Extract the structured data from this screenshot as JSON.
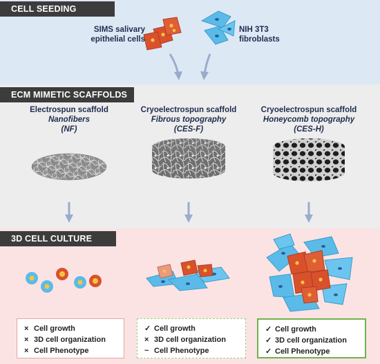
{
  "sections": {
    "seeding": "CELL SEEDING",
    "scaffolds": "ECM MIMETIC SCAFFOLDS",
    "culture": "3D CELL CULTURE"
  },
  "cells": {
    "epithelial_line1": "SIMS salivary",
    "epithelial_line2": "epithelial cells",
    "fibroblast_line1": "NIH 3T3",
    "fibroblast_line2": "fibroblasts"
  },
  "scaffolds": [
    {
      "title": "Electrospun scaffold",
      "subtitle": "Nanofibers",
      "abbr": "(NF)"
    },
    {
      "title": "Cryoelectrospun scaffold",
      "subtitle": "Fibrous topography",
      "abbr": "(CES-F)"
    },
    {
      "title": "Cryoelectrospun scaffold",
      "subtitle": "Honeycomb topography",
      "abbr": "(CES-H)"
    }
  ],
  "outcomes": [
    {
      "items": [
        {
          "mark": "×",
          "label": "Cell growth"
        },
        {
          "mark": "×",
          "label": "3D cell organization"
        },
        {
          "mark": "×",
          "label": "Cell Phenotype"
        }
      ]
    },
    {
      "items": [
        {
          "mark": "✓",
          "label": "Cell growth"
        },
        {
          "mark": "×",
          "label": "3D cell organization"
        },
        {
          "mark": "~",
          "label": "Cell Phenotype"
        }
      ]
    },
    {
      "items": [
        {
          "mark": "✓",
          "label": "Cell growth"
        },
        {
          "mark": "✓",
          "label": "3D cell organization"
        },
        {
          "mark": "✓",
          "label": "Cell Phenotype"
        }
      ]
    }
  ],
  "colors": {
    "epithelial": "#d9512c",
    "fibroblast": "#5bbbe8",
    "arrow": "#9aaccc"
  }
}
